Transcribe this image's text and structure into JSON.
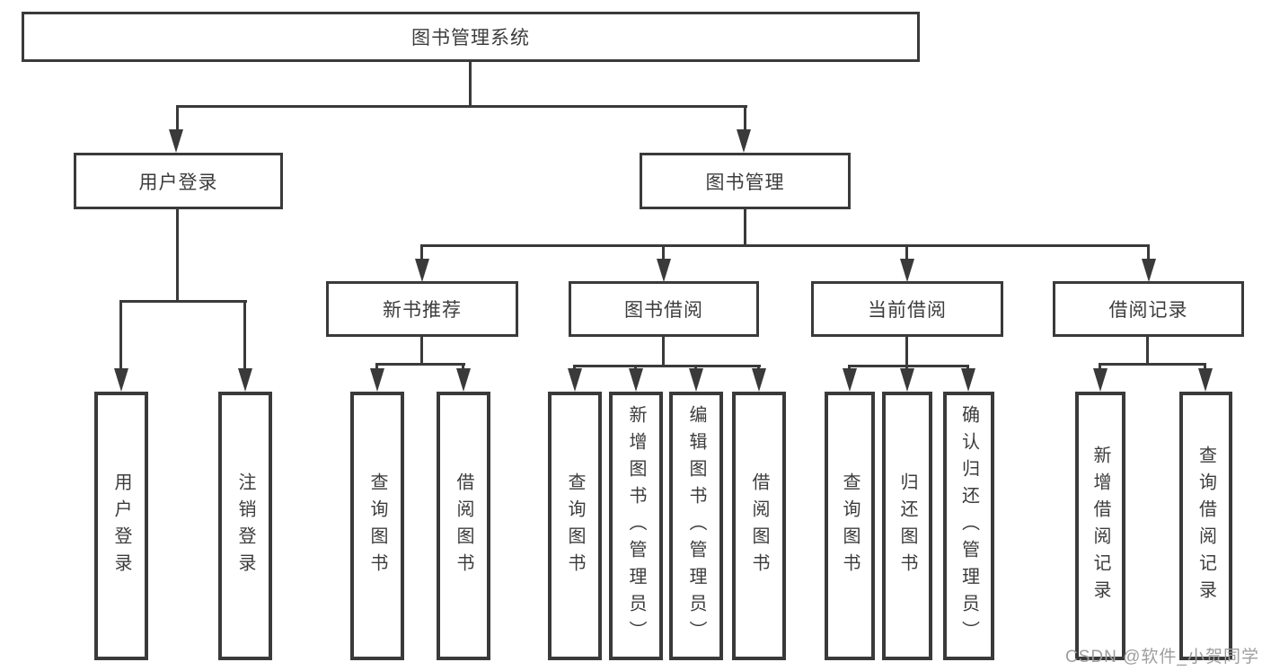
{
  "diagram": {
    "root": {
      "label": "图书管理系统"
    },
    "branches": [
      {
        "label": "用户登录",
        "children": [
          {
            "label": "用户登录"
          },
          {
            "label": "注销登录"
          }
        ]
      },
      {
        "label": "图书管理",
        "children": [
          {
            "label": "新书推荐",
            "children": [
              {
                "label": "查询图书"
              },
              {
                "label": "借阅图书"
              }
            ]
          },
          {
            "label": "图书借阅",
            "children": [
              {
                "label": "查询图书"
              },
              {
                "label": "新增图书（管理员）"
              },
              {
                "label": "编辑图书（管理员）"
              },
              {
                "label": "借阅图书"
              }
            ]
          },
          {
            "label": "当前借阅",
            "children": [
              {
                "label": "查询图书"
              },
              {
                "label": "归还图书"
              },
              {
                "label": "确认归还（管理员）"
              }
            ]
          },
          {
            "label": "借阅记录",
            "children": [
              {
                "label": "新增借阅记录"
              },
              {
                "label": "查询借阅记录"
              }
            ]
          }
        ]
      }
    ]
  },
  "watermark": {
    "text": "CSDN @软件_小贺同学"
  },
  "colors": {
    "line": "#3a3a3a",
    "text": "#3c3c3c",
    "watermark": "#9e9e9e",
    "background": "#ffffff"
  }
}
